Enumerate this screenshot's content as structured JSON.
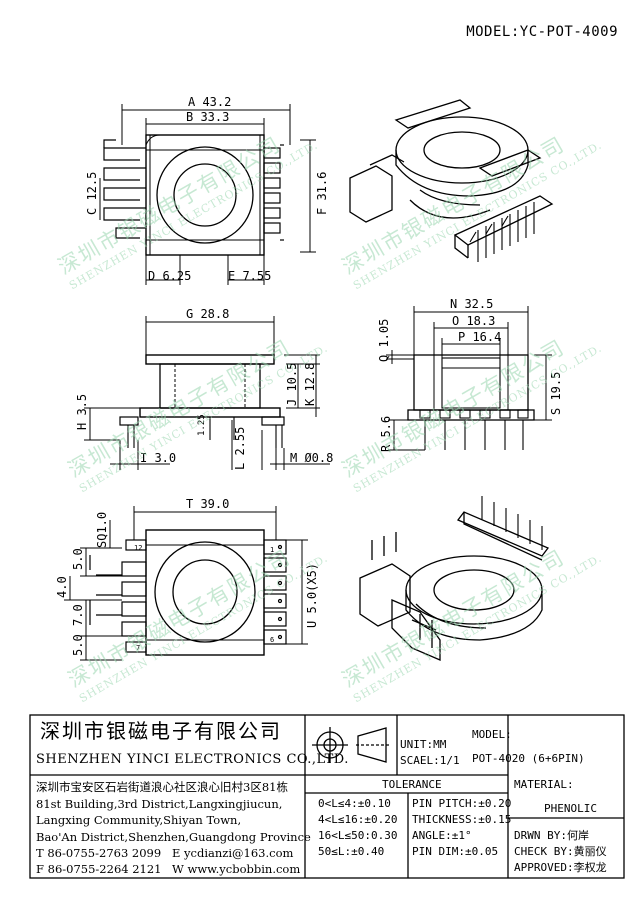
{
  "header": {
    "model_label": "MODEL:YC-POT-4009"
  },
  "watermark": {
    "cn": "深圳市银磁电子有限公司",
    "en": "SHENZHEN YINCI ELECTRONICS CO.,LTD."
  },
  "dimensions": {
    "top_view": {
      "a": "A 43.2",
      "b": "B 33.3",
      "c": "C 12.5",
      "f": "F 31.6",
      "d": "D 6.25",
      "e": "E 7.55"
    },
    "side_view": {
      "g": "G 28.8",
      "h": "H 3.5",
      "j": "J 10.5",
      "k": "K 12.8",
      "i": "I 3.0",
      "l": "L 2.55",
      "m": "M Ø0.8",
      "small": "1.25"
    },
    "front_view": {
      "n": "N 32.5",
      "o": "O 18.3",
      "p": "P 16.4",
      "q": "Q 1.05",
      "s": "S 19.5",
      "r": "R 5.6"
    },
    "bottom_view": {
      "t": "T 39.0",
      "sq": "SQ1.0",
      "v1": "5.0",
      "v2": "4.0",
      "v3": "7.0",
      "v4": "5.0",
      "u": "U 5.0(X5)",
      "pin12": "12",
      "pin7": "7",
      "pin1": "1",
      "pin6": "6"
    }
  },
  "title_block": {
    "company_cn": "深圳市银磁电子有限公司",
    "company_en": "SHENZHEN YINCI ELECTRONICS CO.,LTD.",
    "address": [
      "深圳市宝安区石岩街道浪心社区浪心旧村3区81栋",
      "81st Building,3rd District,Langxingjiucun,",
      "Langxing Community,Shiyan Town,",
      "Bao'An District,Shenzhen,Guangdong Province"
    ],
    "tel": "T 86-0755-2763 2099",
    "email": "E ycdianzi@163.com",
    "fax": "F 86-0755-2264 2121",
    "web": "W www.ycbobbin.com",
    "unit": "UNIT:MM",
    "scale": "SCAEL:1/1",
    "model_label": "MODEL:",
    "model_value": "POT-4020 (6+6PIN)",
    "tolerance_label": "TOLERANCE",
    "tolerances": [
      "0<L≤4:±0.10",
      "4<L≤16:±0.20",
      "16<L≤50:0.30",
      "50≤L:±0.40"
    ],
    "pin_tolerances": [
      "PIN PITCH:±0.20",
      "THICKNESS:±0.15",
      "ANGLE:±1°",
      "PIN DIM:±0.05"
    ],
    "material_label": "MATERIAL:",
    "material_value": "PHENOLIC",
    "drawn_by": "DRWN BY:何岸",
    "check_by": "CHECK BY:黄丽仪",
    "approved_by": "APPROVED:李权龙"
  }
}
